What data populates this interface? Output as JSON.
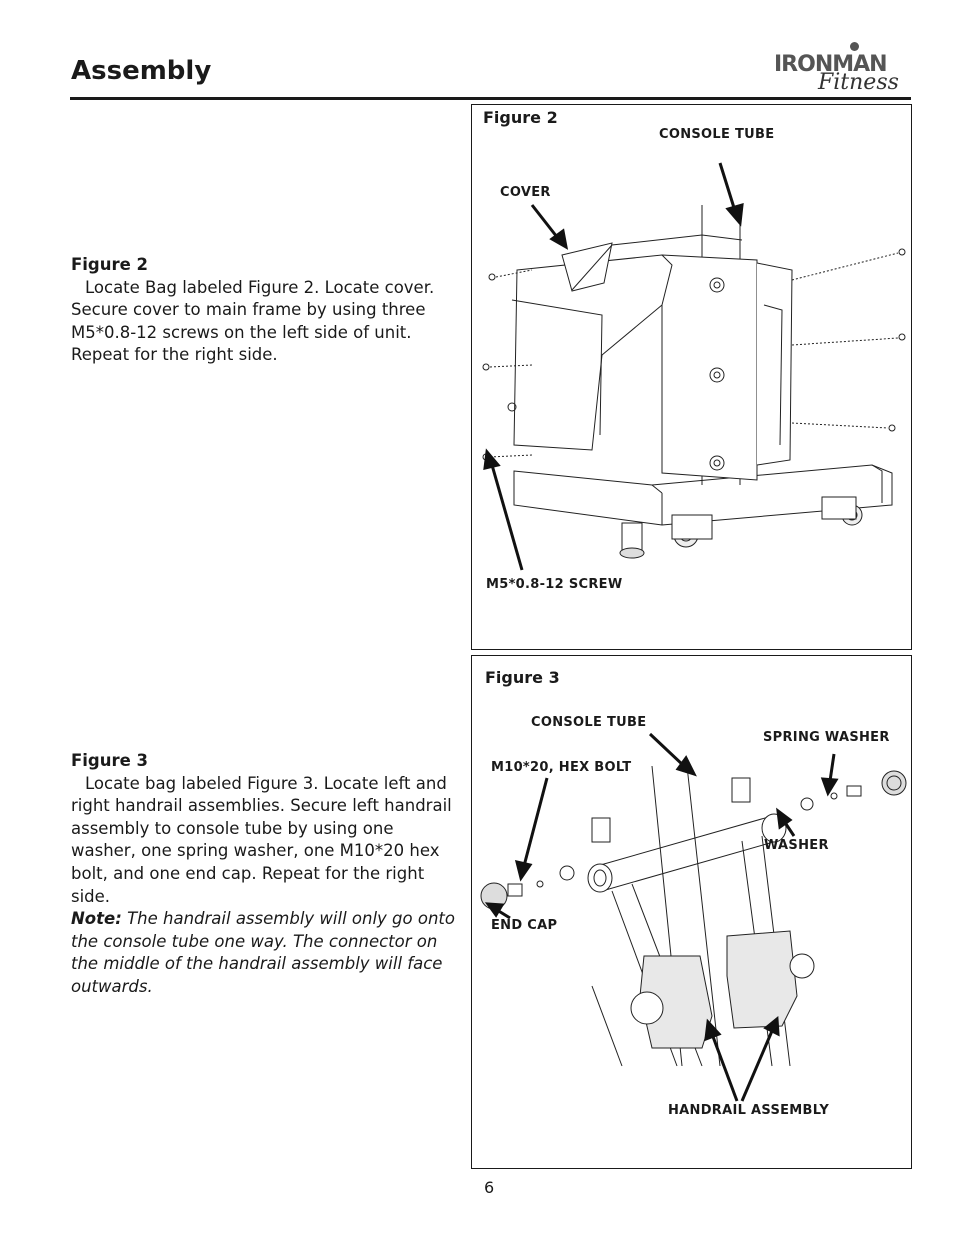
{
  "header": {
    "title": "Assembly",
    "logo_main": "IRONMAN",
    "logo_sub": "Fitness"
  },
  "section2": {
    "heading": "Figure 2",
    "body": "Locate Bag labeled Figure 2. Locate cover. Secure cover to main frame by using three M5*0.8-12 screws on the left side of unit. Repeat for the right side."
  },
  "section3": {
    "heading": "Figure 3",
    "body": "Locate bag labeled Figure 3. Locate left and right handrail assemblies. Secure left handrail assembly to console tube by using one washer, one spring washer, one M10*20 hex bolt, and one end cap. Repeat for the right side.",
    "note_label": "Note:",
    "note_text": "The handrail assembly will only go onto the console tube one way. The connector on the middle of the handrail assembly will face outwards."
  },
  "figure2": {
    "title": "Figure 2",
    "labels": {
      "console_tube": "CONSOLE TUBE",
      "cover": "COVER",
      "screw": "M5*0.8-12 SCREW"
    }
  },
  "figure3": {
    "title": "Figure 3",
    "labels": {
      "console_tube": "CONSOLE TUBE",
      "spring_washer": "SPRING WASHER",
      "hex_bolt": "M10*20, HEX BOLT",
      "washer": "WASHER",
      "end_cap": "END CAP",
      "handrail": "HANDRAIL ASSEMBLY"
    }
  },
  "footer": {
    "page_number": "6"
  }
}
